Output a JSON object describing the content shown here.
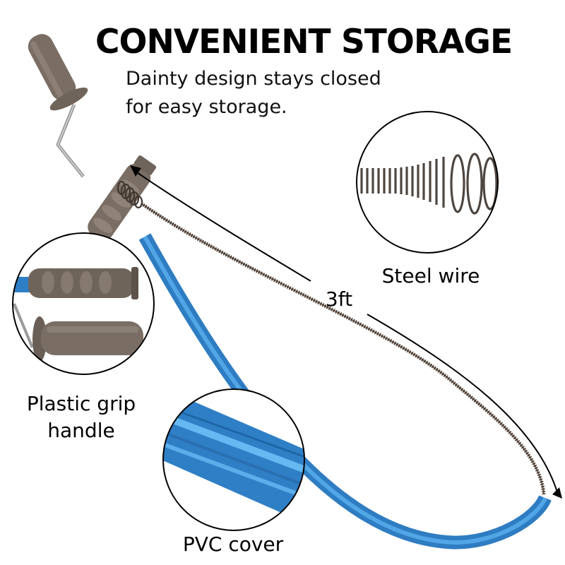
{
  "header": {
    "title": "CONVENIENT STORAGE",
    "subtitle_line1": "Dainty design stays closed",
    "subtitle_line2": "for easy storage."
  },
  "callouts": {
    "steel_wire": "Steel wire",
    "grip_line1": "Plastic grip",
    "grip_line2": "handle",
    "pvc_cover": "PVC cover"
  },
  "dimension": {
    "length_label": "3ft"
  },
  "colors": {
    "pvc_blue": "#3a8fd6",
    "grip_taupe": "#7a6e64",
    "wire_brown": "#5b4a3c",
    "spring_dark": "#4a4038"
  }
}
